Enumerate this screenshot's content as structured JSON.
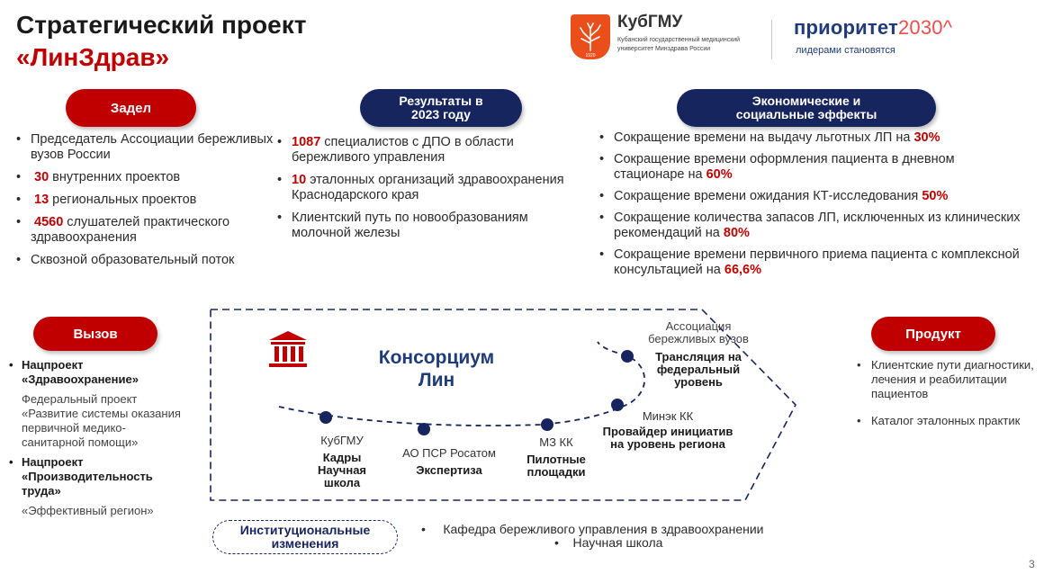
{
  "title": {
    "line1": "Стратегический проект",
    "line2": "«ЛинЗдрав»"
  },
  "logos": {
    "kubgmu_name": "КубГМУ",
    "kubgmu_sub": "Кубанский государственный медицинский университет Минздрава России",
    "kubgmu_year": "1920",
    "prio_word": "приоритет",
    "prio_num": "2030^",
    "prio_sub": "лидерами становятся"
  },
  "zadel": {
    "label": "Задел",
    "items": [
      {
        "pre": "",
        "hl": "",
        "text": "Председатель Ассоциации бережливых вузов России"
      },
      {
        "pre": " ",
        "hl": "30",
        "text": " внутренних проектов"
      },
      {
        "pre": " ",
        "hl": "13",
        "text": " региональных проектов"
      },
      {
        "pre": " ",
        "hl": "4560",
        "text": " слушателей практического здравоохранения"
      },
      {
        "pre": "",
        "hl": "",
        "text": "Сквозной образовательный поток"
      }
    ]
  },
  "results": {
    "label_line1": "Результаты в",
    "label_line2": "2023 году",
    "items": [
      {
        "hl": "1087",
        "text": " специалистов с ДПО в области бережливого управления"
      },
      {
        "hl": "10",
        "text": " эталонных организаций здравоохранения Краснодарского края"
      },
      {
        "hl": "",
        "text": "Клиентский путь по новообразованиям молочной железы"
      }
    ]
  },
  "effects": {
    "label_line1": "Экономические и",
    "label_line2": "социальные эффекты",
    "items": [
      {
        "text": "Сокращение времени на выдачу льготных ЛП на ",
        "hl": "30%"
      },
      {
        "text": "Сокращение времени оформления пациента в дневном стационаре на ",
        "hl": "60%"
      },
      {
        "text": "Сокращение времени ожидания КТ-исследования ",
        "hl": "50%"
      },
      {
        "text": "Сокращение количества запасов ЛП, исключенных из клинических рекомендаций на ",
        "hl": "80%"
      },
      {
        "text": "Сокращение времени первичного приема пациента с комплексной консультацией на ",
        "hl": "66,6%"
      }
    ]
  },
  "vyzov": {
    "label": "Вызов",
    "h1": "Нацпроект «Здравоохранение»",
    "t1": "Федеральный проект «Развитие системы оказания первичной медико-санитарной помощи»",
    "h2": "Нацпроект «Производительность труда»",
    "t2": "«Эффективный регион»"
  },
  "product": {
    "label": "Продукт",
    "items": [
      "Клиентские пути диагностики, лечения и реабилитации пациентов",
      "Каталог эталонных практик"
    ]
  },
  "diagram": {
    "consortium_line1": "Консорциум",
    "consortium_line2": "Лин",
    "nodes": [
      {
        "org": "КубГМУ",
        "role": "Кадры Научная школа"
      },
      {
        "org": "АО ПСР Росатом",
        "role": "Экспертиза"
      },
      {
        "org": "МЗ КК",
        "role": "Пилотные площадки"
      },
      {
        "org": "Минэк КК",
        "role": "Провайдер инициатив  на уровень региона"
      },
      {
        "org": "Ассоциация бережливых вузов",
        "role": "Трансляция на федеральный уровень"
      }
    ]
  },
  "institutional": {
    "label_line1": "Институциональные",
    "label_line2": "изменения",
    "items": [
      "Кафедра бережливого управления в здравоохранении",
      "Научная школа"
    ]
  },
  "page_number": "3",
  "colors": {
    "accent_red": "#c00000",
    "navy": "#17255e",
    "title_blue": "#1f3b7a"
  }
}
